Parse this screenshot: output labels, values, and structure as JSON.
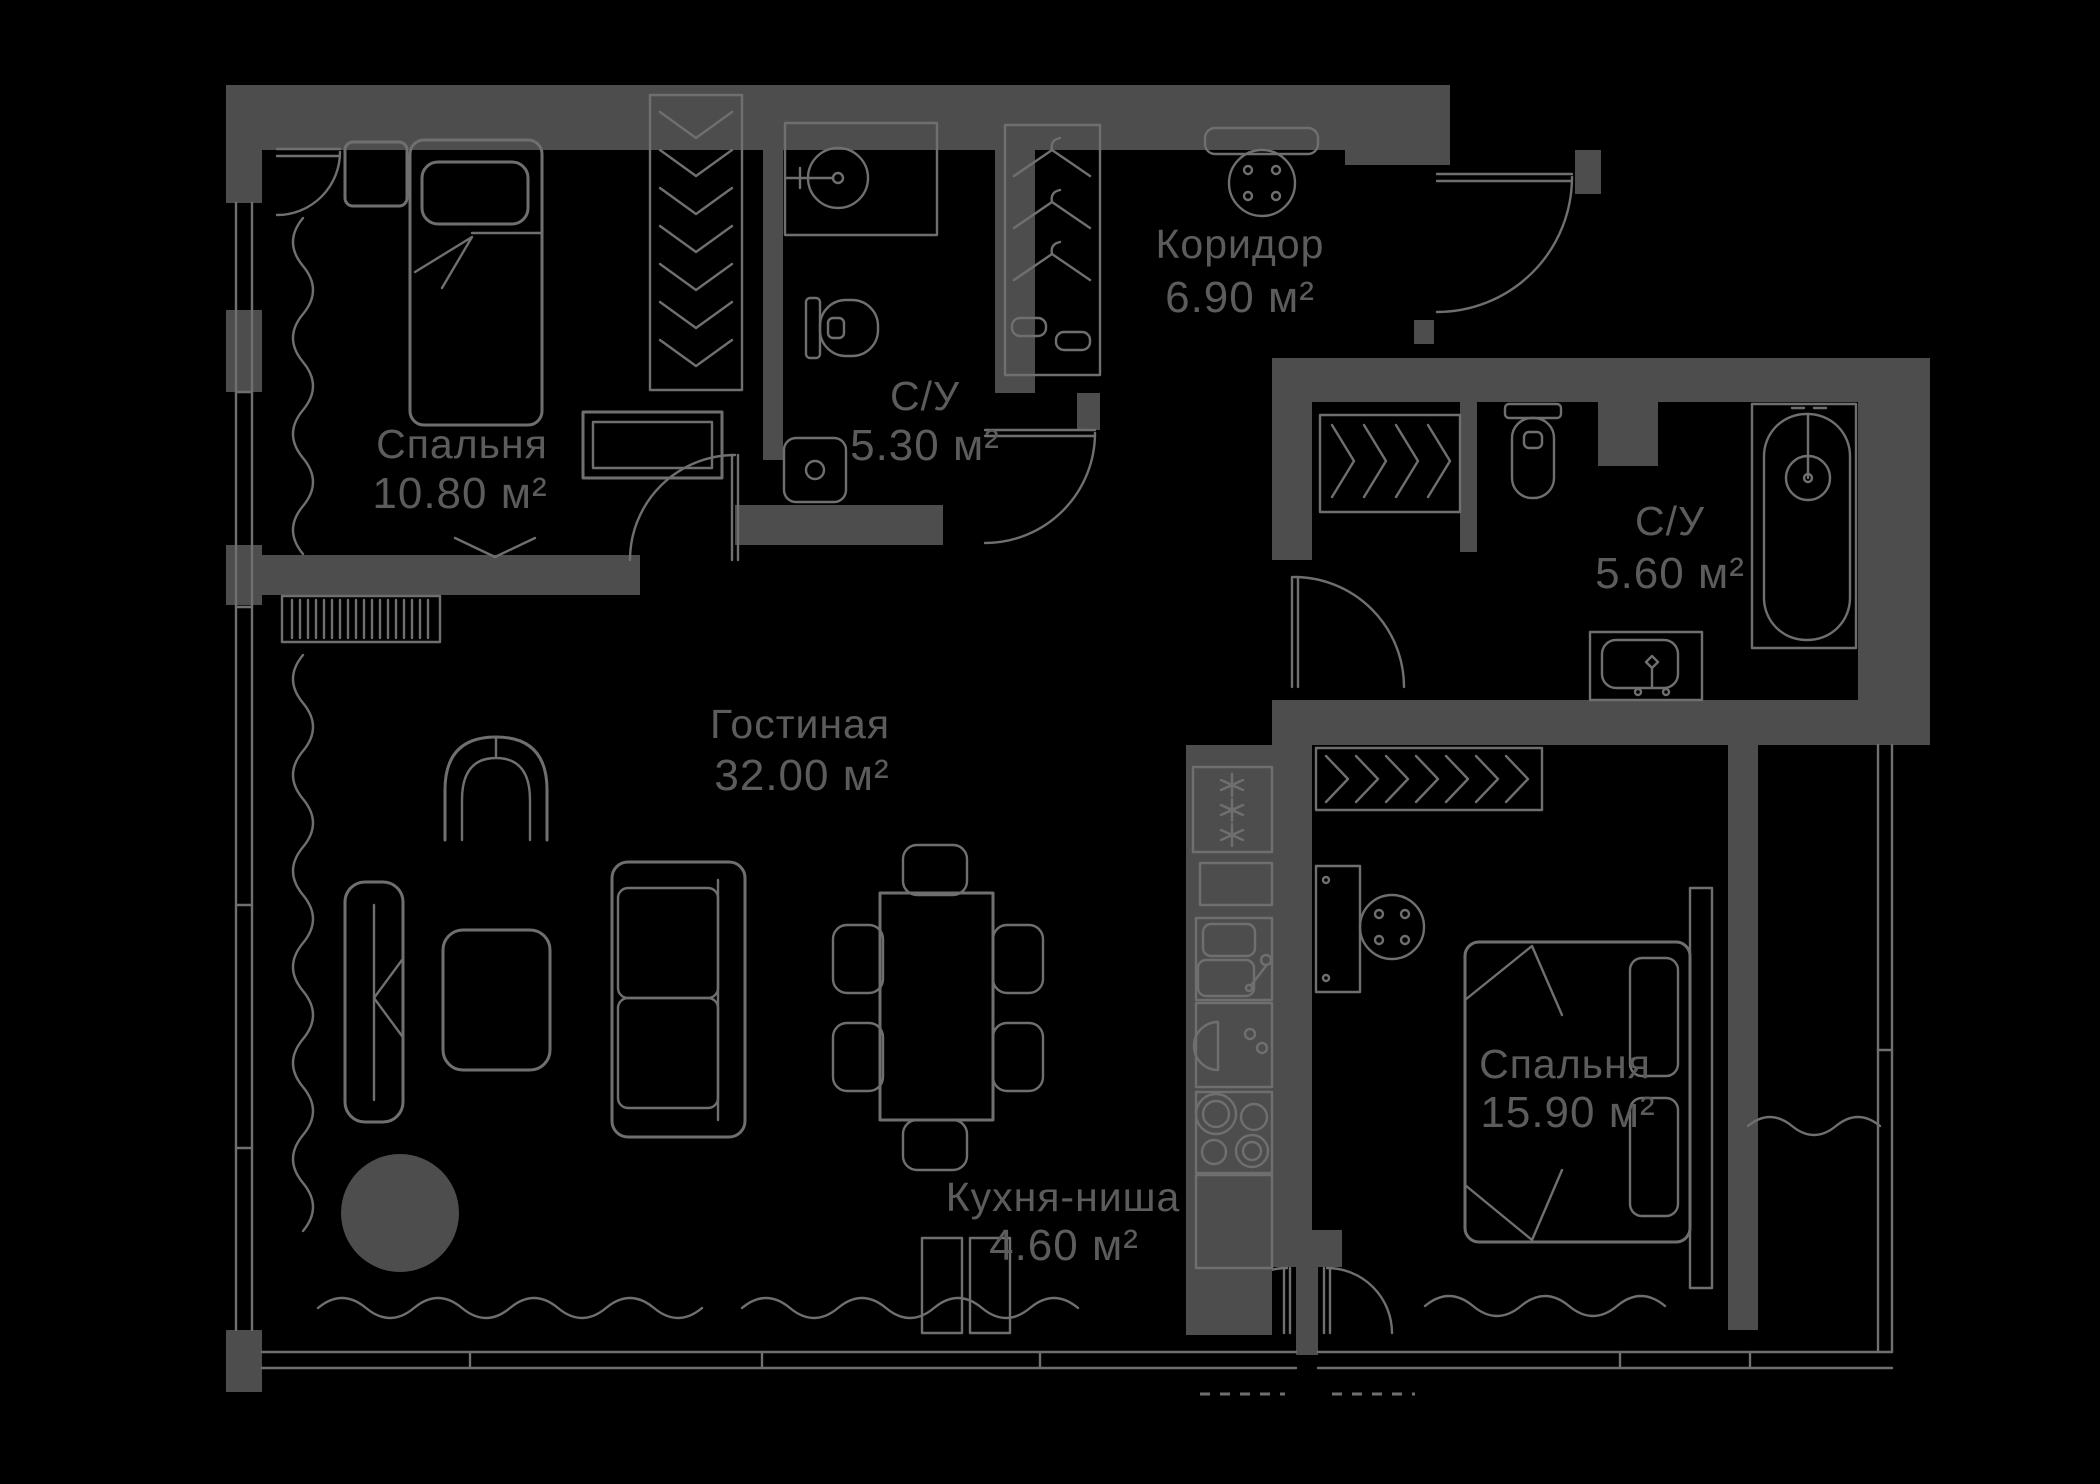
{
  "plan": {
    "type": "apartment-floor-plan",
    "rooms": [
      {
        "id": "bedroom-1",
        "name": "Спальня",
        "area": "10.80 м²"
      },
      {
        "id": "bathroom-1",
        "name": "С/У",
        "area": "5.30 м²"
      },
      {
        "id": "corridor",
        "name": "Коридор",
        "area": "6.90 м²"
      },
      {
        "id": "bathroom-2",
        "name": "С/У",
        "area": "5.60 м²"
      },
      {
        "id": "living-room",
        "name": "Гостиная",
        "area": "32.00 м²"
      },
      {
        "id": "kitchen-niche",
        "name": "Кухня-ниша",
        "area": "4.60 м²"
      },
      {
        "id": "bedroom-2",
        "name": "Спальня",
        "area": "15.90 м²"
      }
    ],
    "colors": {
      "background": "#000000",
      "wall": "#4d4d4d",
      "line": "#6f6f6f",
      "label": "#5c5c5c"
    }
  }
}
